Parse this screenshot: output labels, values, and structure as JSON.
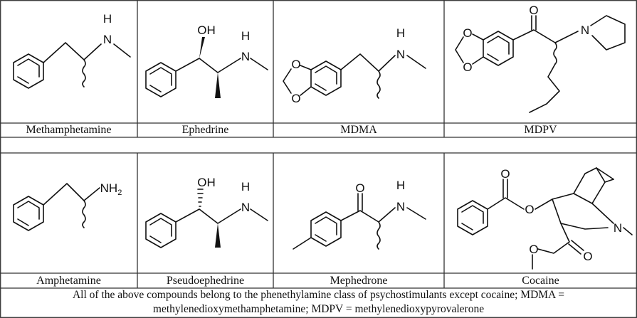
{
  "compounds_row1": [
    {
      "name": "Methamphetamine",
      "atoms": {
        "n": "N",
        "h": "H"
      }
    },
    {
      "name": "Ephedrine",
      "atoms": {
        "oh": "OH",
        "n": "N",
        "h": "H"
      }
    },
    {
      "name": "MDMA",
      "atoms": {
        "o1": "O",
        "o2": "O",
        "n": "N",
        "h": "H"
      }
    },
    {
      "name": "MDPV",
      "atoms": {
        "o1": "O",
        "o2": "O",
        "o3": "O",
        "n": "N"
      }
    }
  ],
  "compounds_row2": [
    {
      "name": "Amphetamine",
      "atoms": {
        "nh": "NH",
        "sub": "2"
      }
    },
    {
      "name": "Pseudoephedrine",
      "atoms": {
        "oh": "OH",
        "n": "N",
        "h": "H"
      }
    },
    {
      "name": "Mephedrone",
      "atoms": {
        "o": "O",
        "n": "N",
        "h": "H"
      }
    },
    {
      "name": "Cocaine",
      "atoms": {
        "o1": "O",
        "o2": "O",
        "o3": "O",
        "o4": "O",
        "n": "N"
      }
    }
  ],
  "caption": {
    "line1": "All of the above compounds belong to the phenethylamine class of psychostimulants except cocaine; MDMA =",
    "line2": "methylenedioxymethamphetamine; MDPV = methylenedioxypyrovalerone"
  }
}
